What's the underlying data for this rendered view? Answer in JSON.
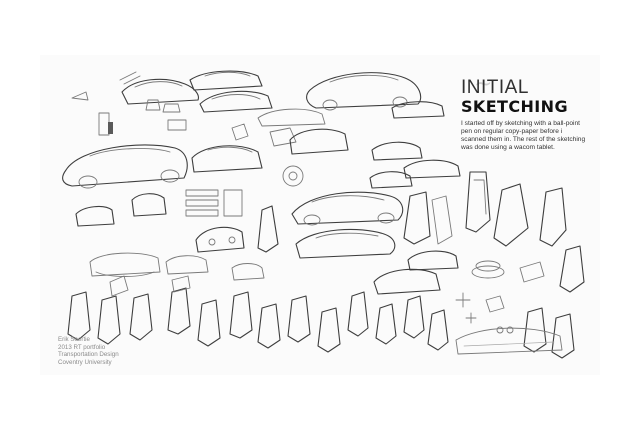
{
  "title": {
    "line1": "INITIAL",
    "line2": "SKETCHING",
    "body": "I started off by sketching with a ball-point pen on regular copy-paper before i scanned them in. The rest of the sketching was done using a wacom tablet."
  },
  "author": {
    "name": "Erik Soertie",
    "role": "2013 RT portfolio",
    "dept": "Transportation Design",
    "school": "Coventry University"
  },
  "colors": {
    "ink": "#3e3e3e",
    "pencil": "#7a7a7a",
    "paper": "#fbfbfb"
  }
}
